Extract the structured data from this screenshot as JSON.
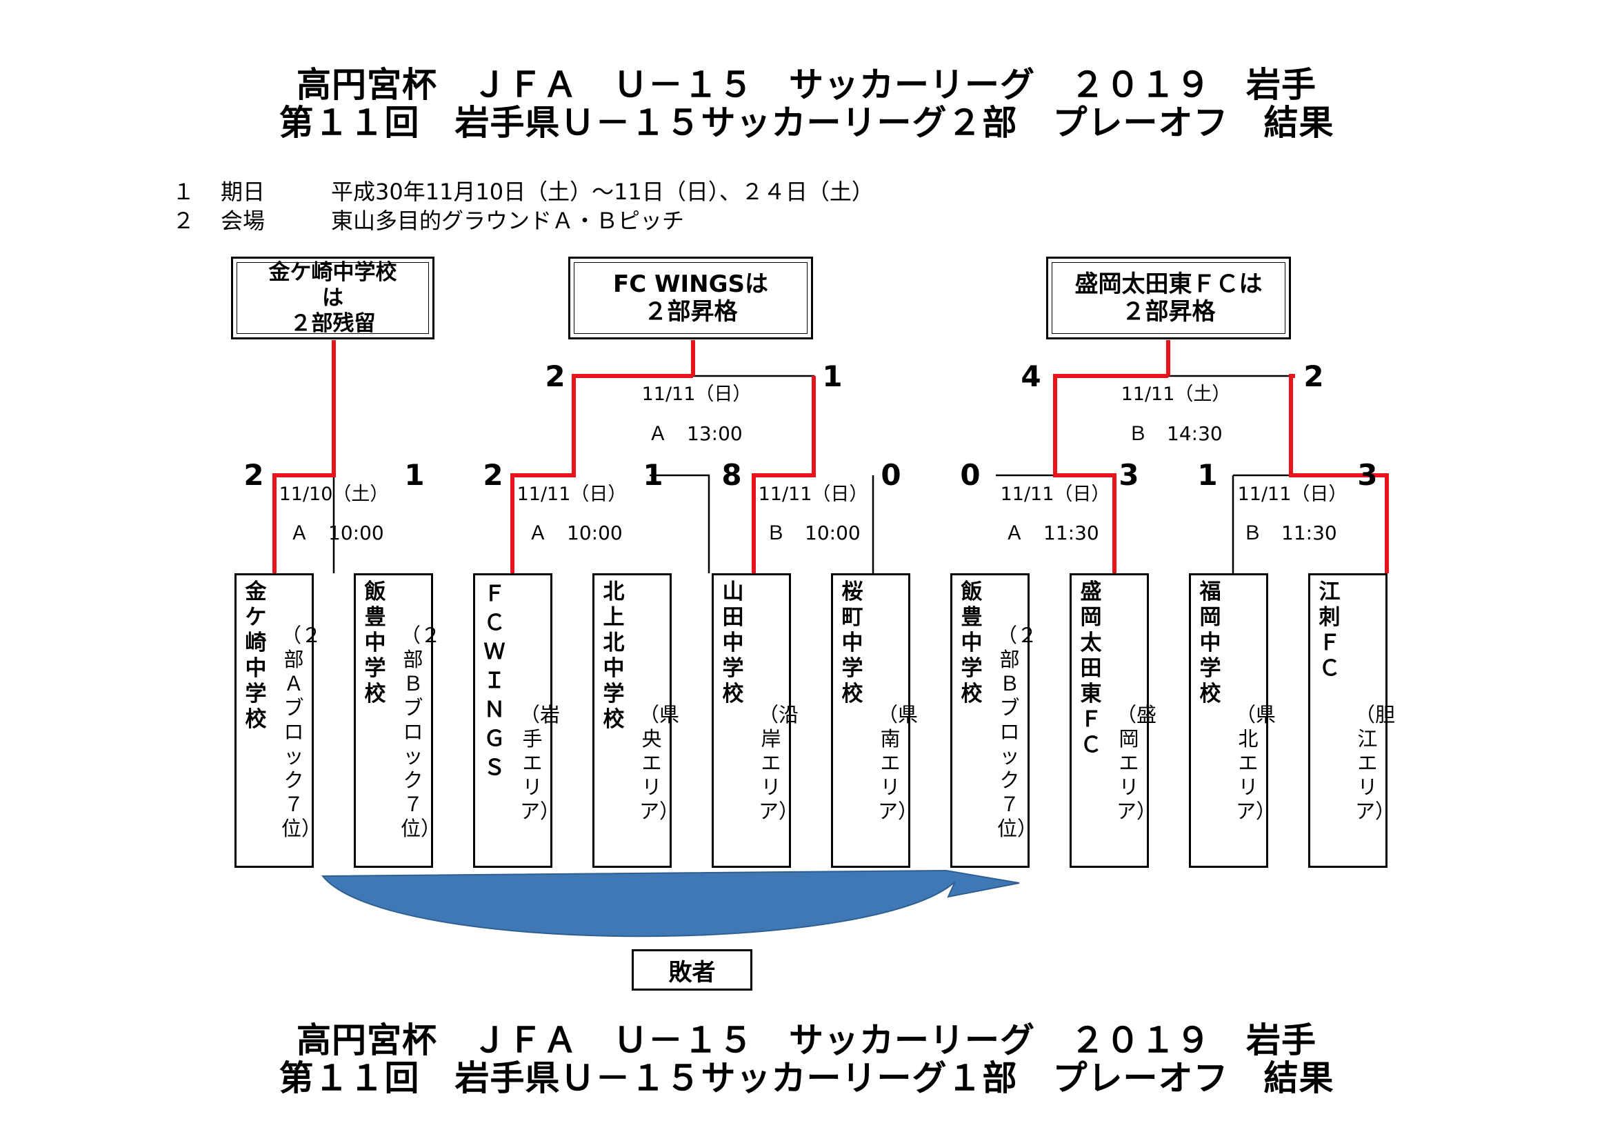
{
  "titles": {
    "top_line1": "高円宮杯　ＪＦＡ　Ｕ－１５　サッカーリーグ　２０１９　岩手",
    "top_line2": "第１１回　岩手県Ｕ－１５サッカーリーグ２部　プレーオフ　結果",
    "bottom_line1": "高円宮杯　ＪＦＡ　Ｕ－１５　サッカーリーグ　２０１９　岩手",
    "bottom_line2": "第１１回　岩手県Ｕ－１５サッカーリーグ１部　プレーオフ　結果"
  },
  "info": {
    "row1_num": "１",
    "row1_label": "期日",
    "row1_value": "平成30年11月10日（土）～11日（日）、２４日（土）",
    "row2_num": "２",
    "row2_label": "会場",
    "row2_value": "東山多目的グラウンドＡ・Ｂピッチ"
  },
  "results": {
    "r1": "金ケ崎中学校\nは\n２部残留",
    "r2": "FC WINGSは\n２部昇格",
    "r3": "盛岡太田東ＦＣは\n２部昇格"
  },
  "teams": [
    {
      "name": "金ケ崎中学校",
      "note": "（２部Ａブロック７位）"
    },
    {
      "name": "飯豊中学校",
      "note": "（２部Ｂブロック７位）"
    },
    {
      "name": "ＦＣ ＷＩＮＧＳ",
      "note": "（岩手エリア）"
    },
    {
      "name": "北上北中学校",
      "note": "（県央エリア）"
    },
    {
      "name": "山田中学校",
      "note": "（沿岸エリア）"
    },
    {
      "name": "桜町中学校",
      "note": "（県南エリア）"
    },
    {
      "name": "飯豊中学校",
      "note": "（２部Ｂブロック７位）"
    },
    {
      "name": "盛岡太田東ＦＣ",
      "note": "（盛岡エリア）"
    },
    {
      "name": "福岡中学校",
      "note": "（県北エリア）"
    },
    {
      "name": "江刺ＦＣ",
      "note": "（胆江エリア）"
    }
  ],
  "matches": [
    {
      "date": "11/10（土）",
      "time": "Ａ　10:00",
      "score_left": "2",
      "score_right": "1"
    },
    {
      "date": "11/11（日）",
      "time": "Ａ　10:00",
      "score_left": "2",
      "score_right": "1"
    },
    {
      "date": "11/11（日）",
      "time": "Ｂ　10:00",
      "score_left": "8",
      "score_right": "0"
    },
    {
      "date": "11/11（日）",
      "time": "Ａ　11:30",
      "score_left": "0",
      "score_right": "3"
    },
    {
      "date": "11/11（日）",
      "time": "Ｂ　11:30",
      "score_left": "1",
      "score_right": "3"
    },
    {
      "date": "11/11（日）",
      "time": "Ａ　13:00",
      "score_left": "2",
      "score_right": "1"
    },
    {
      "date": "11/11（土）",
      "time": "Ｂ　14:30",
      "score_left": "4",
      "score_right": "2"
    }
  ],
  "loser_label": "敗者",
  "colors": {
    "winner_line": "#e8141c",
    "bracket_line": "#000000",
    "arrow": "#3f78b4"
  }
}
